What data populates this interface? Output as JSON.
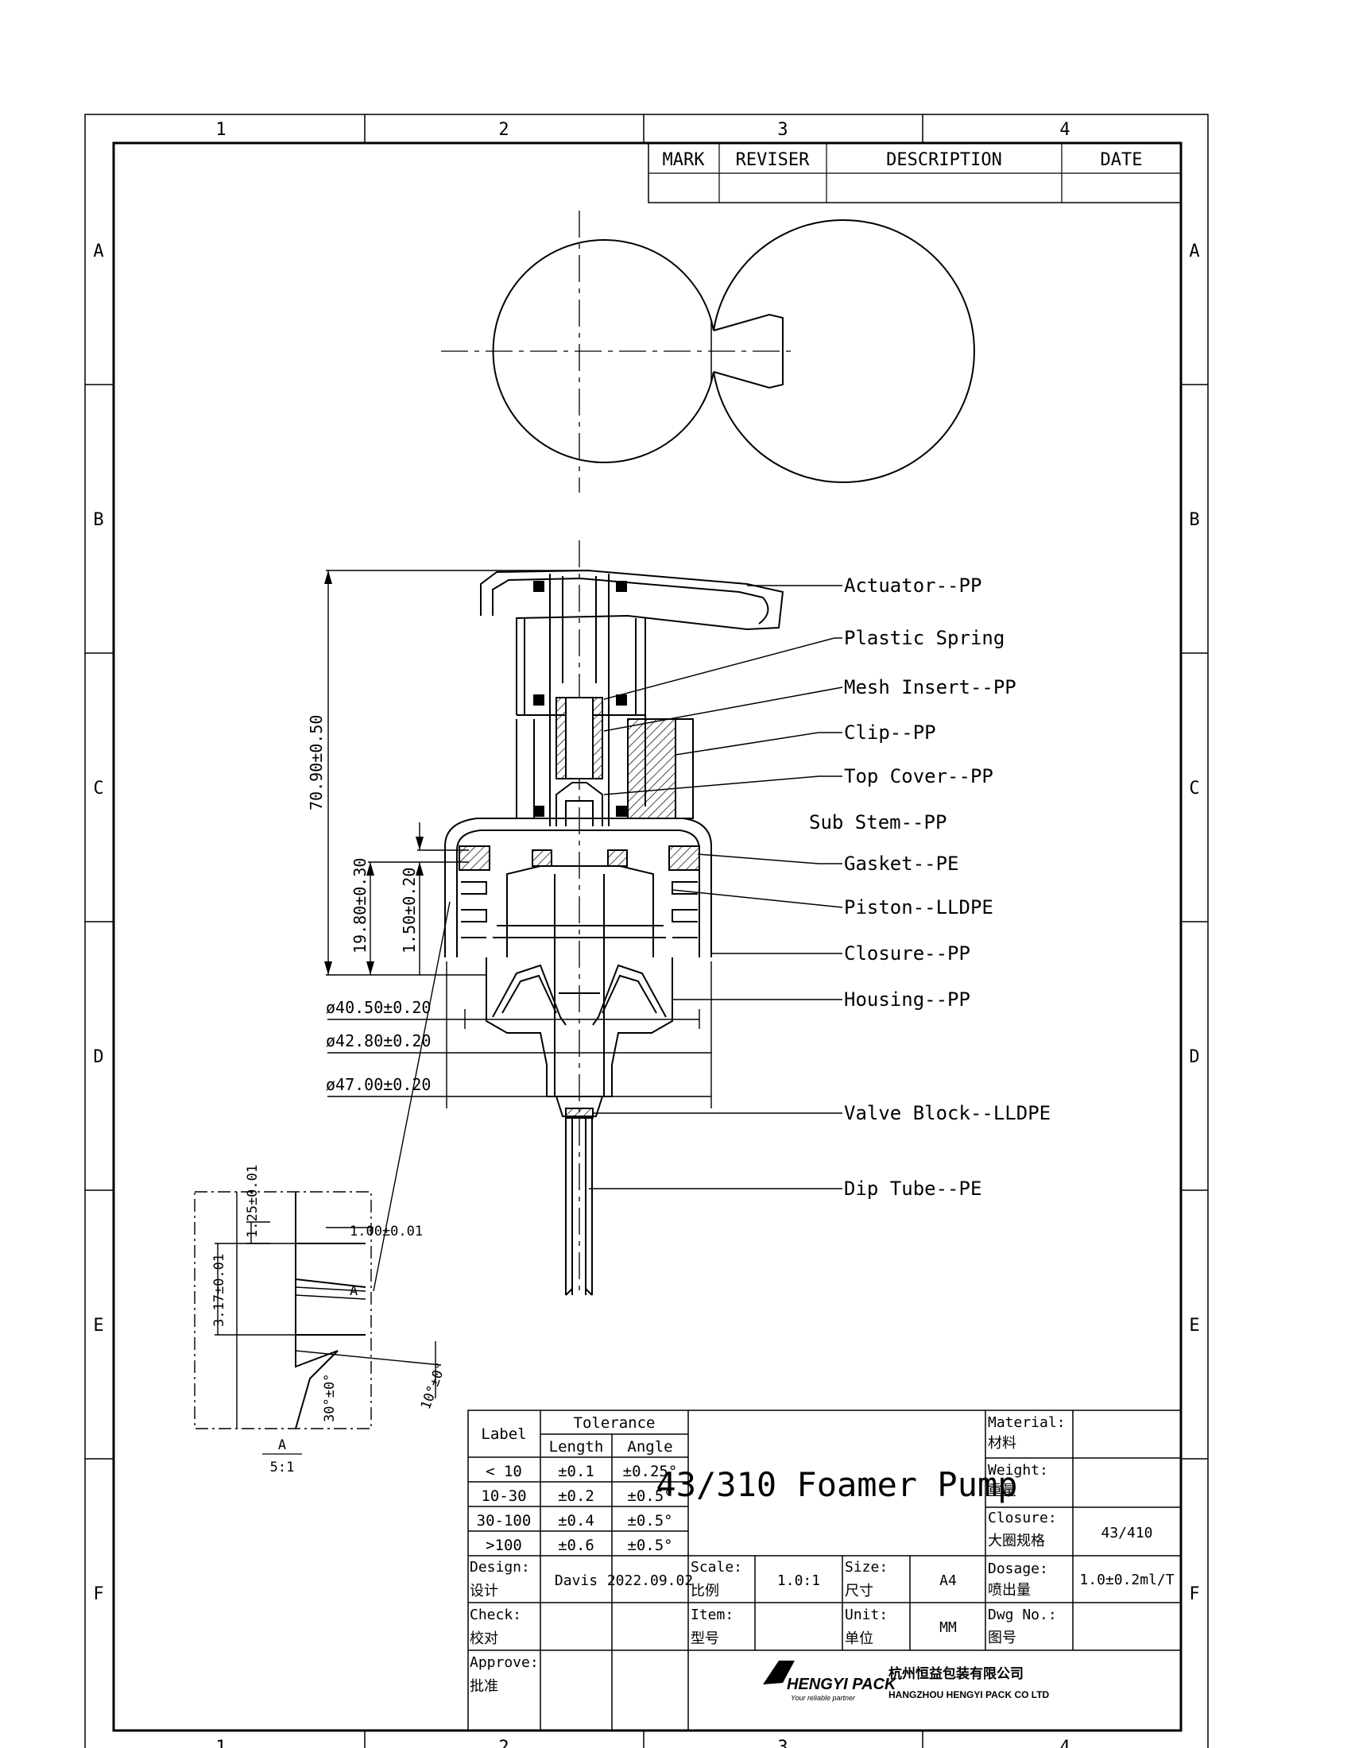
{
  "zones": {
    "cols": [
      "1",
      "2",
      "3",
      "4"
    ],
    "rows": [
      "A",
      "B",
      "C",
      "D",
      "E",
      "F"
    ]
  },
  "revision_table": {
    "headers": [
      "MARK",
      "REVISER",
      "DESCRIPTION",
      "DATE"
    ]
  },
  "part_labels": [
    "Actuator--PP",
    "Plastic Spring",
    "Mesh Insert--PP",
    "Clip--PP",
    "Top Cover--PP",
    "Sub Stem--PP",
    "Gasket--PE",
    "Piston--LLDPE",
    "Closure--PP",
    "Housing--PP",
    "Valve Block--LLDPE",
    "Dip Tube--PE"
  ],
  "dimensions": {
    "height": "70.90±0.50",
    "thread_height": "19.80±0.30",
    "start": "1.50±0.20",
    "d1": "ø40.50±0.20",
    "d2": "ø42.80±0.20",
    "d3": "ø47.00±0.20"
  },
  "detail": {
    "pitch": "1.25±0.01",
    "flat": "1.00±0.01",
    "depth": "3.17±0.01",
    "angle1": "30°±0°",
    "angle2": "10°±0°",
    "marker": "A",
    "caption": "A",
    "scale": "5:1"
  },
  "tolerance_table": {
    "label_header": "Label",
    "group_header": "Tolerance",
    "sub_headers": [
      "Length",
      "Angle"
    ],
    "rows": [
      [
        "< 10",
        "±0.1",
        "±0.25°"
      ],
      [
        "10-30",
        "±0.2",
        "±0.5°"
      ],
      [
        "30-100",
        "±0.4",
        "±0.5°"
      ],
      [
        ">100",
        "±0.6",
        "±0.5°"
      ]
    ]
  },
  "title": "43/310 Foamer Pump",
  "material": {
    "label": "Material:",
    "cn": "材料",
    "value": ""
  },
  "weight": {
    "label": "Weight:",
    "cn": "重量",
    "value": ""
  },
  "closure": {
    "label": "Closure:",
    "cn": "大圈规格",
    "value": "43/410"
  },
  "dosage": {
    "label": "Dosage:",
    "cn": "喷出量",
    "value": "1.0±0.2ml/T"
  },
  "dwg": {
    "label": "Dwg No.:",
    "cn": "图号",
    "value": ""
  },
  "design": {
    "label": "Design:",
    "cn": "设计",
    "name": "Davis",
    "date": "2022.09.02"
  },
  "check": {
    "label": "Check:",
    "cn": "校对"
  },
  "approve": {
    "label": "Approve:",
    "cn": "批准"
  },
  "scale": {
    "label": "Scale:",
    "cn": "比例",
    "value": "1.0:1"
  },
  "size": {
    "label": "Size:",
    "cn": "尺寸",
    "value": "A4"
  },
  "item": {
    "label": "Item:",
    "cn": "型号"
  },
  "unit": {
    "label": "Unit:",
    "cn": "单位",
    "value": "MM"
  },
  "company": {
    "logo_text": "HENGYI PACK",
    "tagline": "Your reliable partner",
    "cn": "杭州恒益包装有限公司",
    "en": "HANGZHOU HENGYI PACK CO LTD"
  }
}
